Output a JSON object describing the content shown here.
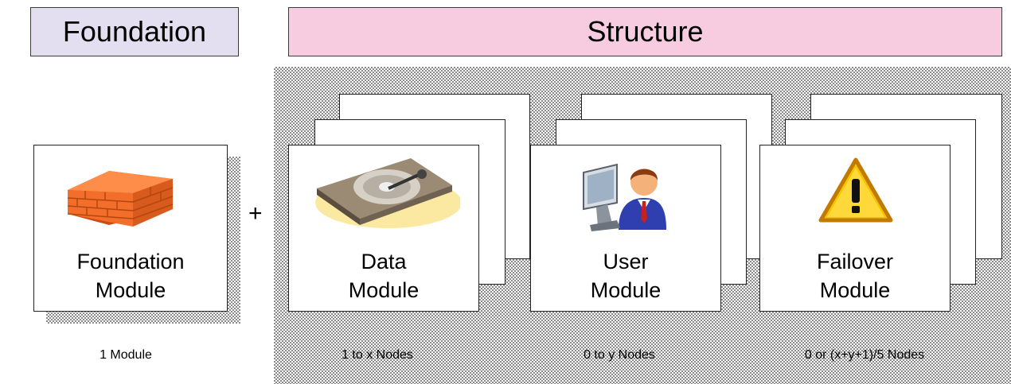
{
  "headers": {
    "foundation": "Foundation",
    "structure": "Structure"
  },
  "operator": "+",
  "modules": [
    {
      "line1": "Foundation",
      "line2": "Module",
      "icon": "brick-wall-icon",
      "count": "1 Module"
    },
    {
      "line1": "Data",
      "line2": "Module",
      "icon": "hard-drive-icon",
      "count": "1 to x Nodes"
    },
    {
      "line1": "User",
      "line2": "Module",
      "icon": "user-computer-icon",
      "count": "0 to y Nodes"
    },
    {
      "line1": "Failover",
      "line2": "Module",
      "icon": "warning-icon",
      "count": "0 or (x+y+1)/5 Nodes"
    }
  ],
  "colors": {
    "foundation_header": "#e4dff0",
    "structure_header": "#f7cce0",
    "brick": "#f36e2a",
    "warning": "#f5c400"
  }
}
